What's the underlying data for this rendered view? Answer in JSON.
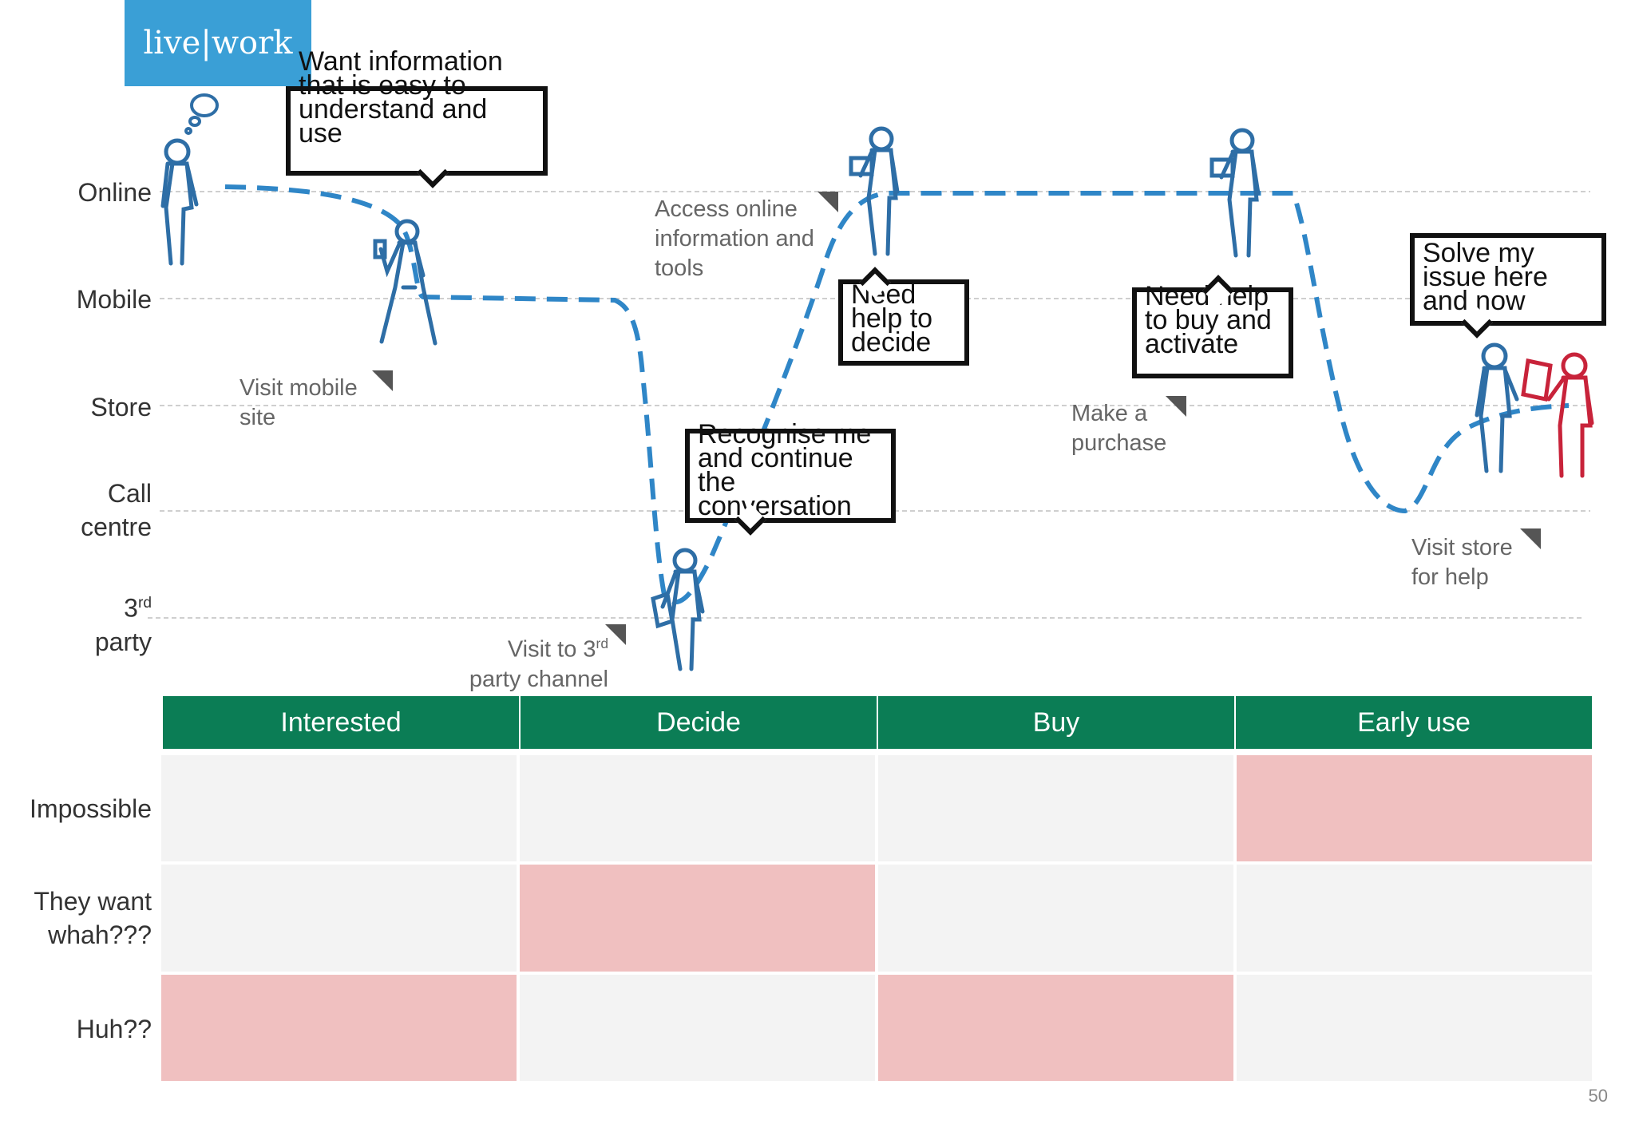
{
  "logo": "live|work",
  "lanes": [
    "Online",
    "Mobile",
    "Store",
    "Call centre",
    "3rd party"
  ],
  "bubbles": {
    "b1": "Want information that is easy to understand and use",
    "b2": "Need help to decide",
    "b3": "Recognise me and continue the conversation",
    "b4": "Need help to buy and activate",
    "b5": "Solve my issue here and now"
  },
  "notes": {
    "n1": "Visit mobile site",
    "n2": "Access online information and tools",
    "n3": "Visit to 3rd party channel",
    "n4": "Make a purchase",
    "n5": "Visit store for help"
  },
  "stages": [
    "Interested",
    "Decide",
    "Buy",
    "Early use"
  ],
  "rows": [
    "Impossible",
    "They want whah???",
    "Huh??"
  ],
  "matrix_highlight": [
    [
      false,
      false,
      false,
      true
    ],
    [
      false,
      true,
      false,
      false
    ],
    [
      true,
      false,
      true,
      false
    ]
  ],
  "colors": {
    "stage_header": "#0b7d55",
    "highlight": "#f0c0c0",
    "cell": "#f3f3f3",
    "journey_line": "#2f86c7",
    "customer_figure": "#2e6ea6",
    "staff_figure": "#c8233a"
  },
  "page_number": "50"
}
